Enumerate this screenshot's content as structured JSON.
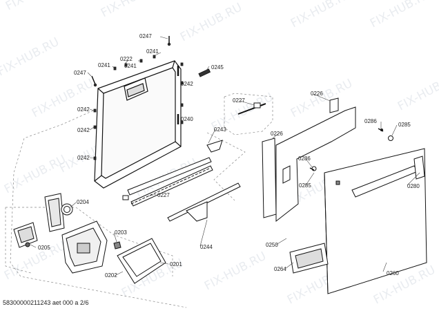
{
  "watermark_text": "FIX-HUB.RU",
  "footer_code": "58300000211243 aet 000 a 2/6",
  "callouts": {
    "c0247_top": "0247",
    "c0241_top": "0241",
    "c0222": "0222",
    "c0241_left": "0241",
    "c0241_mid": "0241",
    "c0245": "0245",
    "c0247_left": "0247",
    "c0242_r1": "0242",
    "c0242_l1": "0242",
    "c0242_l2": "0242",
    "c0240": "0240",
    "c0242_l3": "0242",
    "c0243": "0243",
    "c0227_box": "0227",
    "c0226_top": "0226",
    "c0226_mid": "0226",
    "c0286_top": "0286",
    "c0285_top": "0285",
    "c0286_mid": "0286",
    "c0285_mid": "0285",
    "c0280": "0280",
    "c0227_bottom": "0227",
    "c0204": "0204",
    "c0203": "0203",
    "c0205": "0205",
    "c0244": "0244",
    "c0250": "0250",
    "c0264": "0264",
    "c0201": "0201",
    "c0202": "0202",
    "c0260": "0260"
  }
}
